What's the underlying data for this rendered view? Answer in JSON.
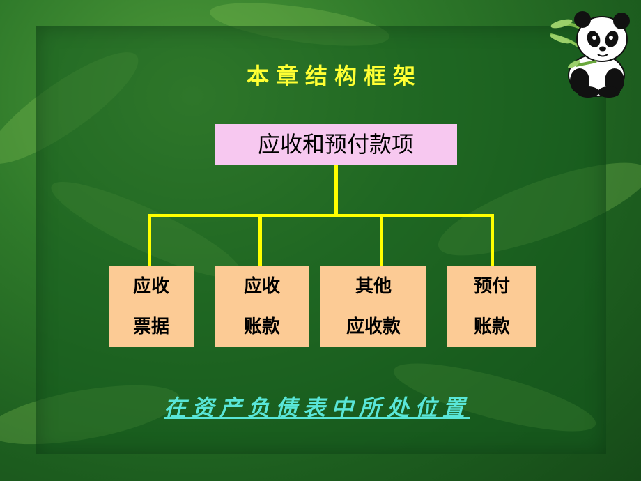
{
  "title": "本章结构框架",
  "root": "应收和预付款项",
  "leaves": [
    {
      "line1": "应收",
      "line2": "票据"
    },
    {
      "line1": "应收",
      "line2": "账款"
    },
    {
      "line1": "其他",
      "line2": "应收款"
    },
    {
      "line1": "预付",
      "line2": "账款"
    }
  ],
  "link": "在资产负债表中所处位置",
  "colors": {
    "title": "#ffff33",
    "root_box": "#f7c8f0",
    "leaf_box": "#fccb95",
    "connector": "#ffff00",
    "link": "#59e6d8"
  },
  "icons": {
    "mascot": "panda-with-bamboo-icon"
  }
}
